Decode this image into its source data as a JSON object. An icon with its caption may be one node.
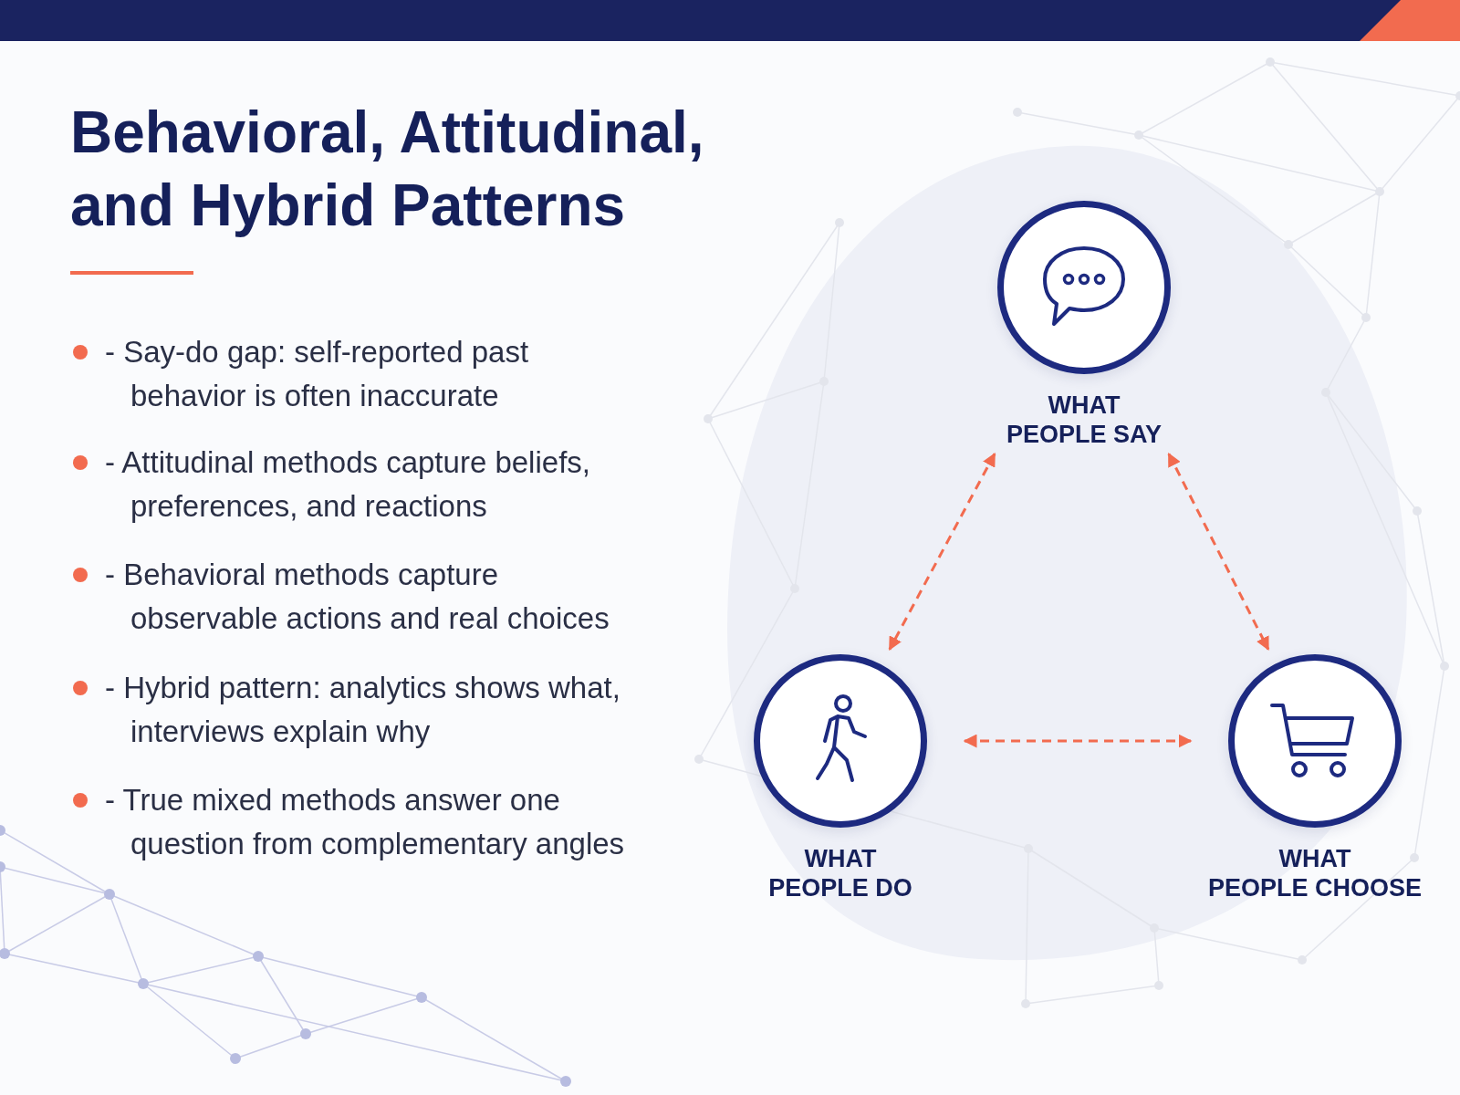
{
  "diagram": {
    "title": "Behavioral, Attitudinal, and Hybrid Patterns",
    "nodes": [
      {
        "text": [
          "WHAT PEOPLE SAY"
        ]
      },
      {
        "text": [
          "WHAT PEOPLE DO"
        ]
      },
      {
        "text": [
          "WHAT PEOPLE CHOOSE"
        ]
      }
    ],
    "edges": [
      {
        "from": 0,
        "to": 1,
        "arrow": "both",
        "style": "dashed"
      },
      {
        "from": 0,
        "to": 2,
        "arrow": "both",
        "style": "dashed"
      },
      {
        "from": 1,
        "to": 2,
        "arrow": "both",
        "style": "dashed"
      }
    ],
    "labels": [
      "- Say-do gap: self-reported past behavior is often inaccurate",
      "- Attitudinal methods capture beliefs, preferences, and reactions",
      "- Behavioral methods capture observable actions and real choices",
      "- Hybrid pattern: analytics shows what, interviews explain why",
      "- True mixed methods answer one question from complementary angles"
    ]
  }
}
